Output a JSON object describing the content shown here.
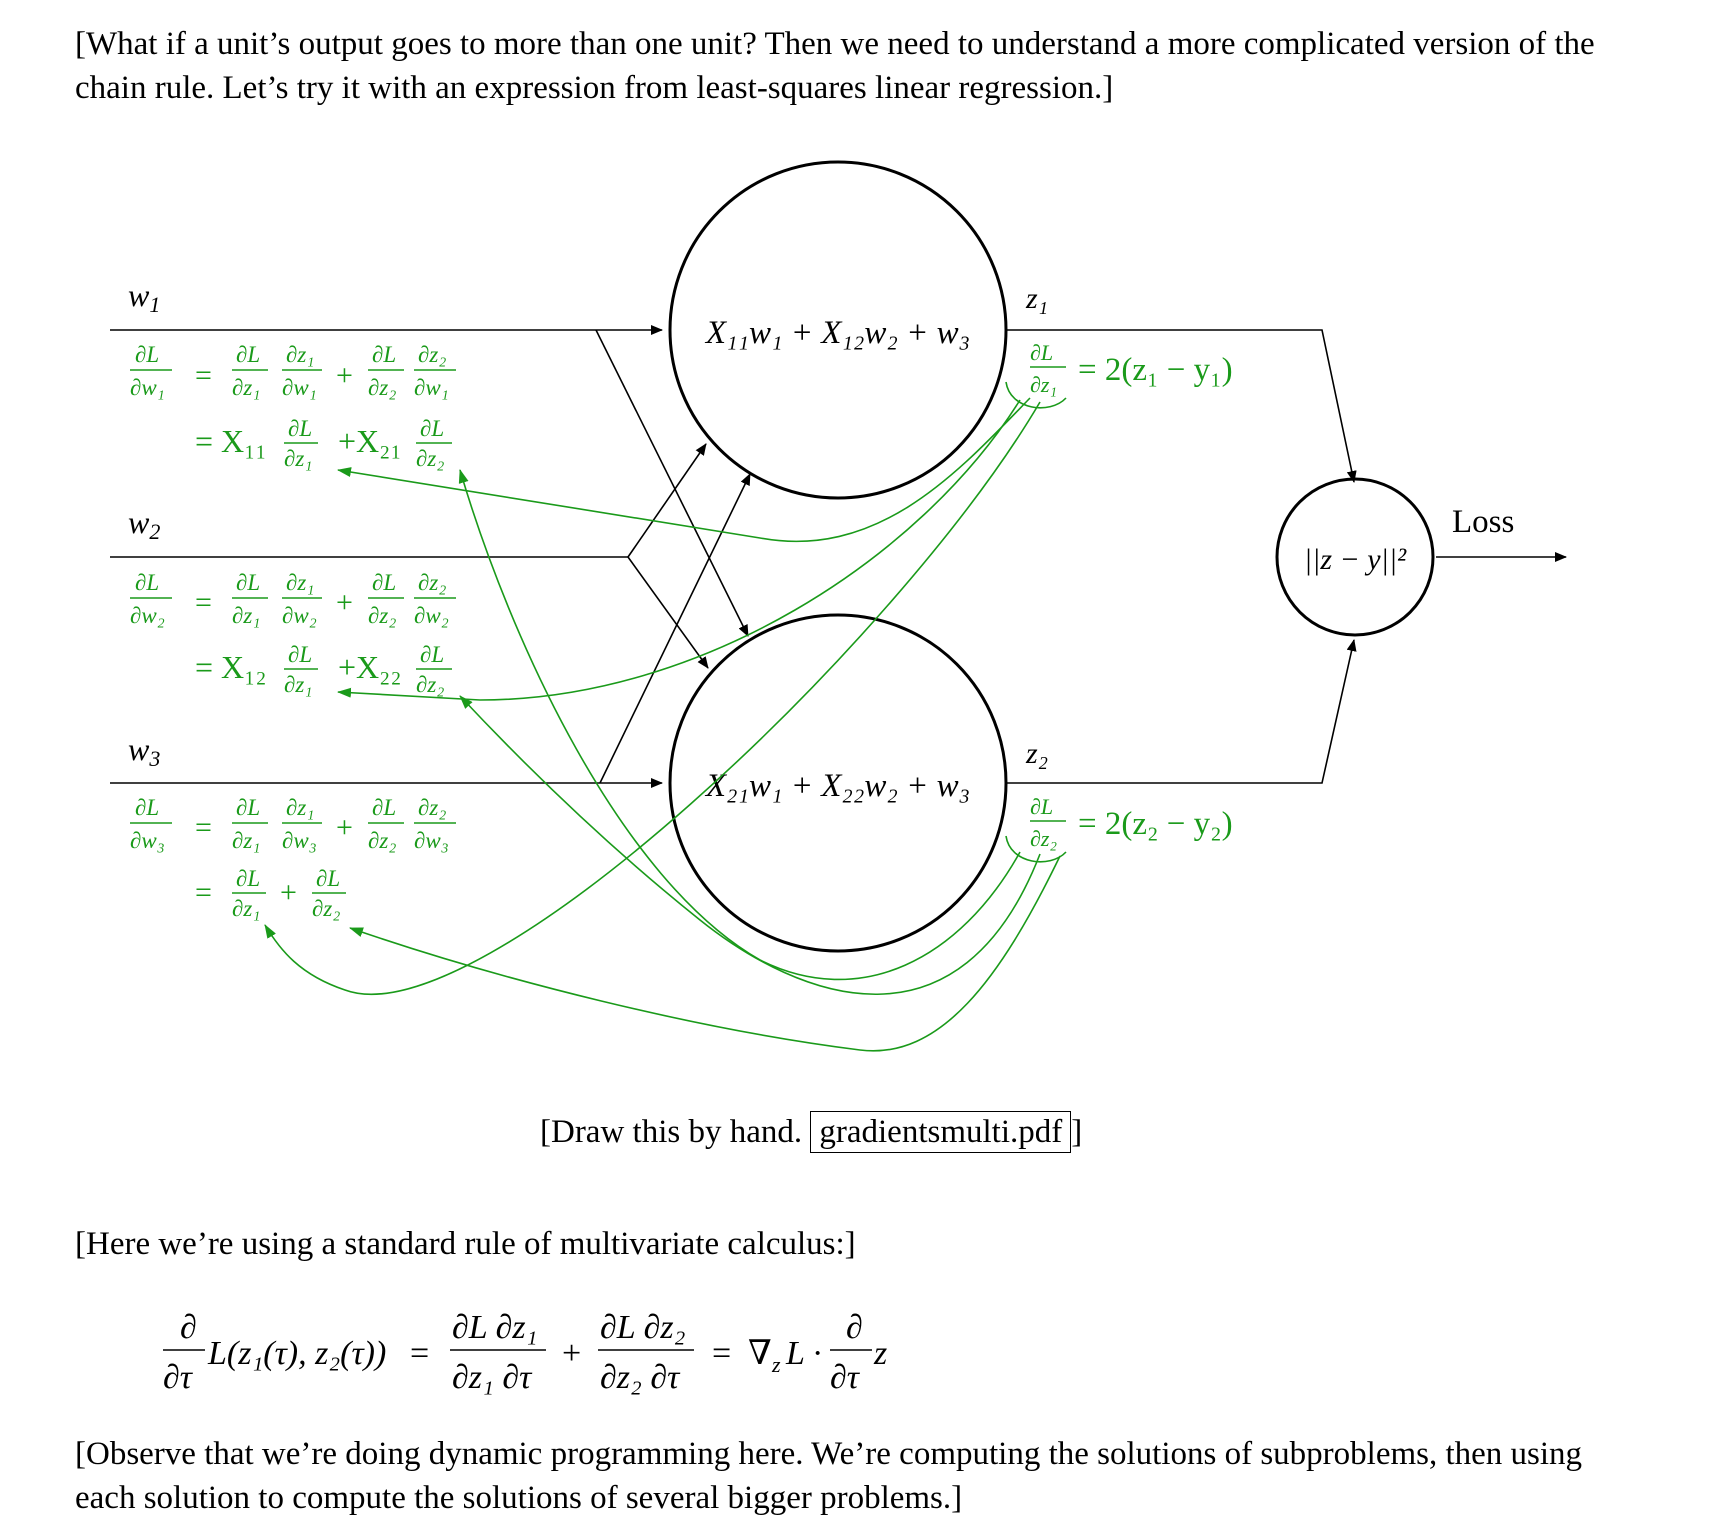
{
  "intro": "[What if a unit’s output goes to more than one unit? Then we need to understand a more complicated version of the chain rule. Let’s try it with an expression from least-squares linear regression.]",
  "figure": {
    "inputs": {
      "w1": "w",
      "w2": "w",
      "w3": "w",
      "sub1": "1",
      "sub2": "2",
      "sub3": "3"
    },
    "unit1": "X₁₁w₁ + X₁₂w₂ + w₃",
    "unit2": "X₂₁w₁ + X₂₂w₂ + w₃",
    "z1": "z₁",
    "z2": "z₂",
    "loss_unit": "||z − y||²",
    "loss_label": "Loss",
    "grad_z1": "= 2(z₁ − y₁)",
    "grad_z2": "= 2(z₂ − y₂)",
    "colors": {
      "ink": "#000000",
      "green": "#1a9a1a"
    }
  },
  "caption": {
    "text": "[Draw this by hand.",
    "file": "gradientsmulti.pdf",
    "close": "]"
  },
  "rule_note": "[Here we’re using a standard rule of multivariate calculus:]",
  "equation": {
    "lhs": "L(z₁(τ), z₂(τ))",
    "rhs_end": "z",
    "nabla": "∇",
    "sub": "z",
    "L": "L"
  },
  "observe": "[Observe that we’re doing dynamic programming here. We’re computing the solutions of subproblems, then using each solution to compute the solutions of several bigger problems.]"
}
